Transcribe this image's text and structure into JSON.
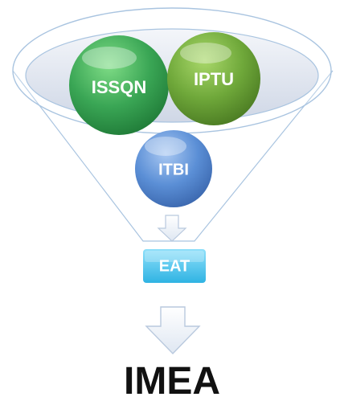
{
  "diagram": {
    "inputs": [
      {
        "label": "ISSQN",
        "color": "#3aa655"
      },
      {
        "label": "IPTU",
        "color": "#6fa83a"
      },
      {
        "label": "ITBI",
        "color": "#5b8fd6"
      }
    ],
    "stage": {
      "label": "EAT",
      "color": "#5cc8ee"
    },
    "result": {
      "label": "IMEA"
    },
    "colors": {
      "funnel_outline": "#a9c4e0",
      "rim_fill": "#dde3ee",
      "arrow_fill": "#eef2f8",
      "arrow_stroke": "#b9c9de"
    }
  }
}
